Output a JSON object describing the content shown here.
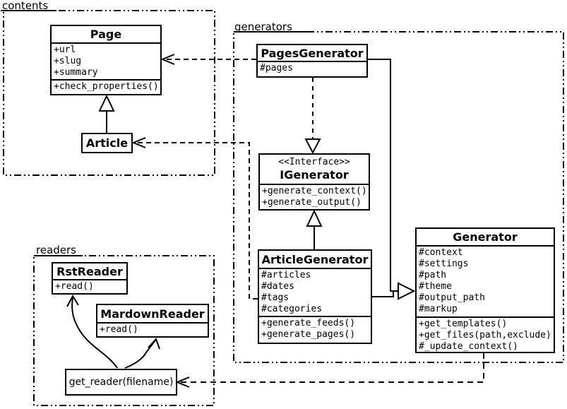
{
  "diagram": {
    "background": "#ffffff",
    "line_color": "#000000"
  },
  "packages": {
    "contents": {
      "label": "contents"
    },
    "generators": {
      "label": "generators"
    },
    "readers": {
      "label": "readers"
    }
  },
  "classes": {
    "page": {
      "name": "Page",
      "attributes": [
        "+url",
        "+slug",
        "+summary"
      ],
      "methods": [
        "+check_properties()"
      ]
    },
    "article": {
      "name": "Article"
    },
    "pages_generator": {
      "name": "PagesGenerator",
      "attributes": [
        "#pages"
      ]
    },
    "igenerator": {
      "stereotype": "<<Interface>>",
      "name": "IGenerator",
      "methods": [
        "+generate_context()",
        "+generate_output()"
      ]
    },
    "article_generator": {
      "name": "ArticleGenerator",
      "attributes": [
        "#articles",
        "#dates",
        "#tags",
        "#categories"
      ],
      "methods": [
        "+generate_feeds()",
        "+generate_pages()"
      ]
    },
    "generator": {
      "name": "Generator",
      "attributes": [
        "#context",
        "#settings",
        "#path",
        "#theme",
        "#output_path",
        "#markup"
      ],
      "methods": [
        "+get_templates()",
        "+get_files(path,exclude)",
        "#_update_context()"
      ]
    },
    "rst_reader": {
      "name": "RstReader",
      "methods": [
        "+read()"
      ]
    },
    "mardown_reader": {
      "name": "MardownReader",
      "methods": [
        "+read()"
      ]
    },
    "get_reader": {
      "label": "get_reader(filename)"
    }
  },
  "relationships": [
    {
      "from": "Article",
      "to": "Page",
      "type": "inheritance"
    },
    {
      "from": "ArticleGenerator",
      "to": "IGenerator",
      "type": "inheritance"
    },
    {
      "from": "PagesGenerator",
      "to": "IGenerator",
      "type": "dashed-realization"
    },
    {
      "from": "PagesGenerator",
      "to": "Generator",
      "type": "inheritance"
    },
    {
      "from": "ArticleGenerator",
      "to": "Generator",
      "type": "inheritance"
    },
    {
      "from": "PagesGenerator",
      "to": "Page",
      "type": "dependency"
    },
    {
      "from": "ArticleGenerator",
      "to": "Article",
      "type": "dependency"
    },
    {
      "from": "Generator",
      "to": "get_reader(filename)",
      "type": "dependency"
    },
    {
      "from": "get_reader(filename)",
      "to": "RstReader",
      "type": "arrow"
    },
    {
      "from": "get_reader(filename)",
      "to": "MardownReader",
      "type": "arrow"
    }
  ]
}
